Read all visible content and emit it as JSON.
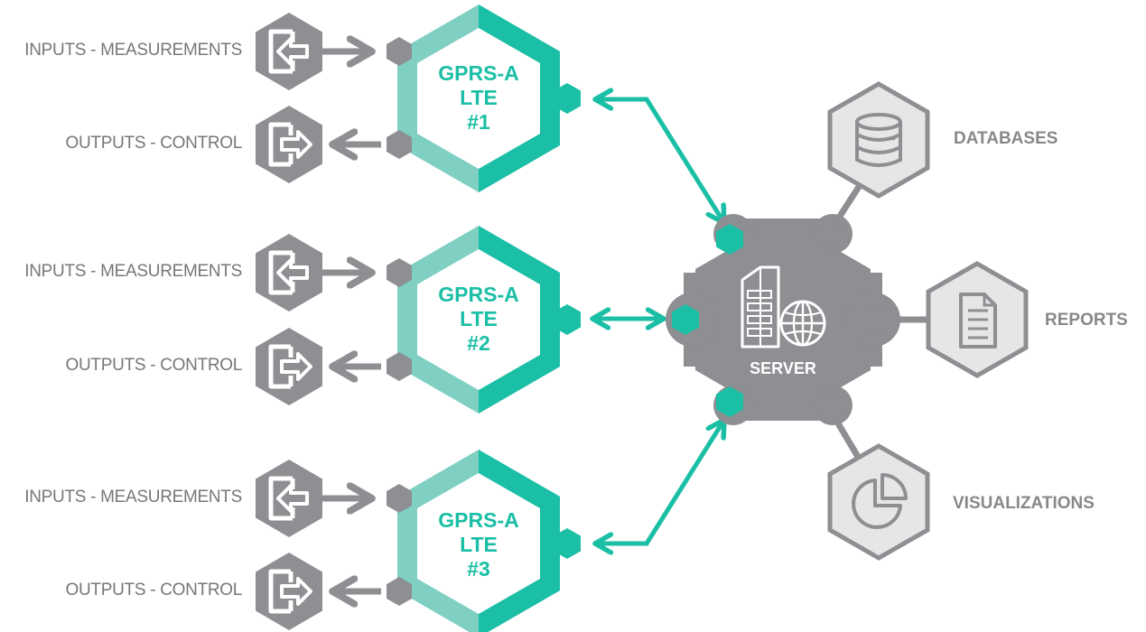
{
  "colors": {
    "accent": "#1bbfa6",
    "accent_light": "#7fcfc3",
    "gray_dark": "#8e8f92",
    "gray_light": "#e6e6e6",
    "text_gray": "#777777"
  },
  "devices": [
    {
      "line1": "GPRS-A",
      "line2": "LTE",
      "line3": "#1",
      "input_label": "INPUTS - MEASUREMENTS",
      "output_label": "OUTPUTS - CONTROL"
    },
    {
      "line1": "GPRS-A",
      "line2": "LTE",
      "line3": "#2",
      "input_label": "INPUTS - MEASUREMENTS",
      "output_label": "OUTPUTS - CONTROL"
    },
    {
      "line1": "GPRS-A",
      "line2": "LTE",
      "line3": "#3",
      "input_label": "INPUTS - MEASUREMENTS",
      "output_label": "OUTPUTS - CONTROL"
    }
  ],
  "server": {
    "label": "SERVER",
    "icons": [
      "server-tower-icon",
      "globe-icon"
    ]
  },
  "outputs": [
    {
      "label": "DATABASES",
      "icon": "database-icon"
    },
    {
      "label": "REPORTS",
      "icon": "document-icon"
    },
    {
      "label": "VISUALIZATIONS",
      "icon": "pie-chart-icon"
    }
  ],
  "io_icons": {
    "input": "sign-in-icon",
    "output": "sign-out-icon"
  }
}
